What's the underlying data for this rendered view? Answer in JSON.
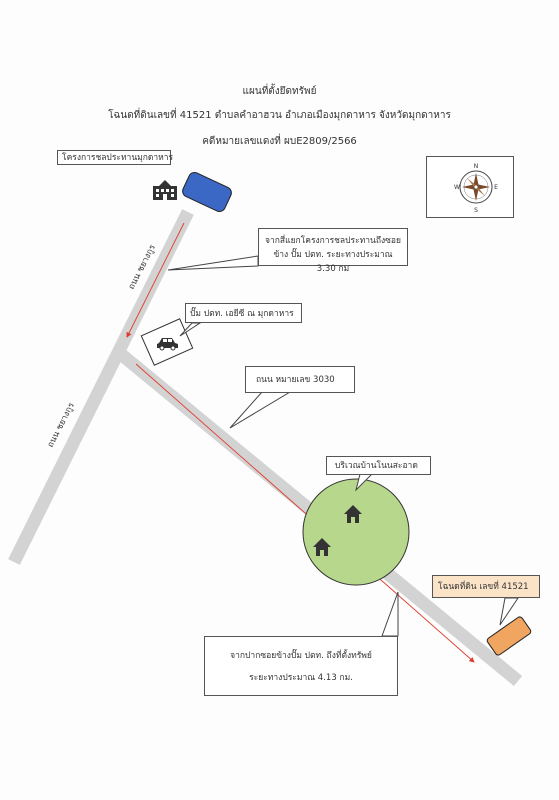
{
  "header": {
    "line1": "แผนที่ตั้งยึดทรัพย์",
    "line2": "โฉนดที่ดินเลขที่ 41521 ตำบลคำอาฮวน อำเภอเมืองมุกดาหาร จังหวัดมุกดาหาร",
    "line3": "คดีหมายเลขแดงที่ ผบE2809/2566"
  },
  "labels": {
    "water_project": "โครงการชลประทานมุกดาหาร",
    "distance_to_pump": "จากสี่แยกโครงการชลประทานถึงซอยข้าง ปั๊ม ปตท. ระยะทางประมาณ 3.30 กม",
    "pump_station": "ปั๊ม ปตท. เอยีซี ณ มุกดาหาร",
    "road_3030": "ถนน หมายเลข 3030",
    "village_area": "บริเวณบ้านโนนสะอาด",
    "parcel": "โฉนดที่ดิน เลขที่ 41521",
    "distance_to_parcel_l1": "จากปากซอยข้างปั๊ม ปตท. ถึงที่ตั้งทรัพย์",
    "distance_to_parcel_l2": "ระยะทางประมาณ 4.13 กม.",
    "road_upper": "ถนน ชยางกูร",
    "road_lower": "ถนน ชยางกูร"
  },
  "compass": {
    "n": "N",
    "s": "S",
    "e": "E",
    "w": "W"
  },
  "colors": {
    "road": "#d3d3d3",
    "route": "#e03a2a",
    "project_marker": "#3b68c4",
    "village_circle": "#b7d88c",
    "parcel_marker": "#f0a560"
  },
  "icons": {
    "project": "building-icon",
    "pump": "car-icon",
    "village": "house-icon",
    "compass": "compass-rose-icon"
  }
}
